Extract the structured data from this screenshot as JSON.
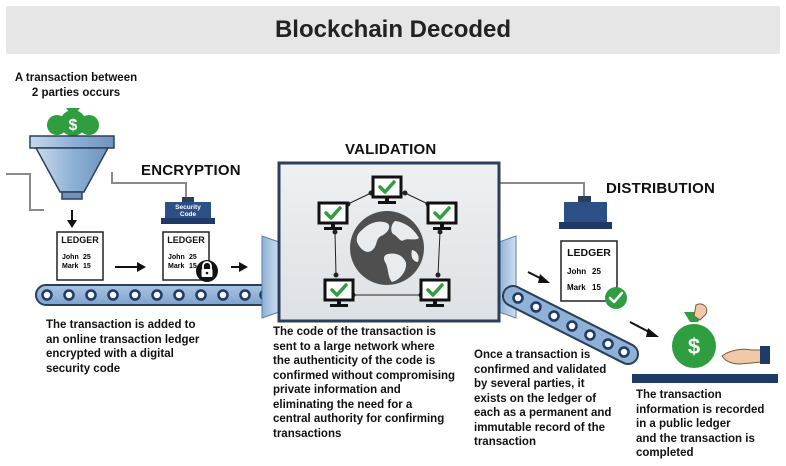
{
  "title": "Blockchain Decoded",
  "headings": {
    "encryption": "ENCRYPTION",
    "validation": "VALIDATION",
    "distribution": "DISTRIBUTION"
  },
  "captions": {
    "transaction_occurs": [
      "A transaction between",
      "2 parties occurs"
    ],
    "added_to_ledger": [
      "The transaction is added to",
      "an online transaction ledger",
      "encrypted with a digital",
      "security code"
    ],
    "code_sent": [
      "The code of the transaction is",
      "sent to a large network where",
      "the authenticity of the code is",
      "confirmed without compromising",
      "private information and",
      "eliminating the need for a",
      "central authority for confirming",
      "transactions"
    ],
    "confirmed": [
      "Once a transaction is",
      "confirmed and validated",
      "by several parties, it",
      "exists on the ledger of",
      "each as a permanent and",
      "immutable record of the",
      "transaction"
    ],
    "recorded": [
      "The transaction",
      "information is recorded",
      "in a public ledger",
      "and the transaction is",
      "completed"
    ]
  },
  "ledger": {
    "label": "LEDGER",
    "rows": [
      {
        "name": "John",
        "value": "25"
      },
      {
        "name": "Mark",
        "value": "15"
      }
    ]
  },
  "security_code": [
    "Security",
    "Code"
  ],
  "money_symbol": "$",
  "icons": [
    "money-bags-icon",
    "funnel-icon",
    "ledger-icon",
    "lock-icon",
    "security-stamp-icon",
    "globe-icon",
    "monitor-check-icon",
    "check-badge-icon",
    "money-bag-icon",
    "open-hand-icon",
    "conveyor-belt-icon",
    "arrow-icon"
  ],
  "colors": {
    "accent_green": "#2e9e3f",
    "steel_blue": "#8fb1d6",
    "navy": "#1f3a66",
    "banner_gray": "#e6e6e6"
  }
}
